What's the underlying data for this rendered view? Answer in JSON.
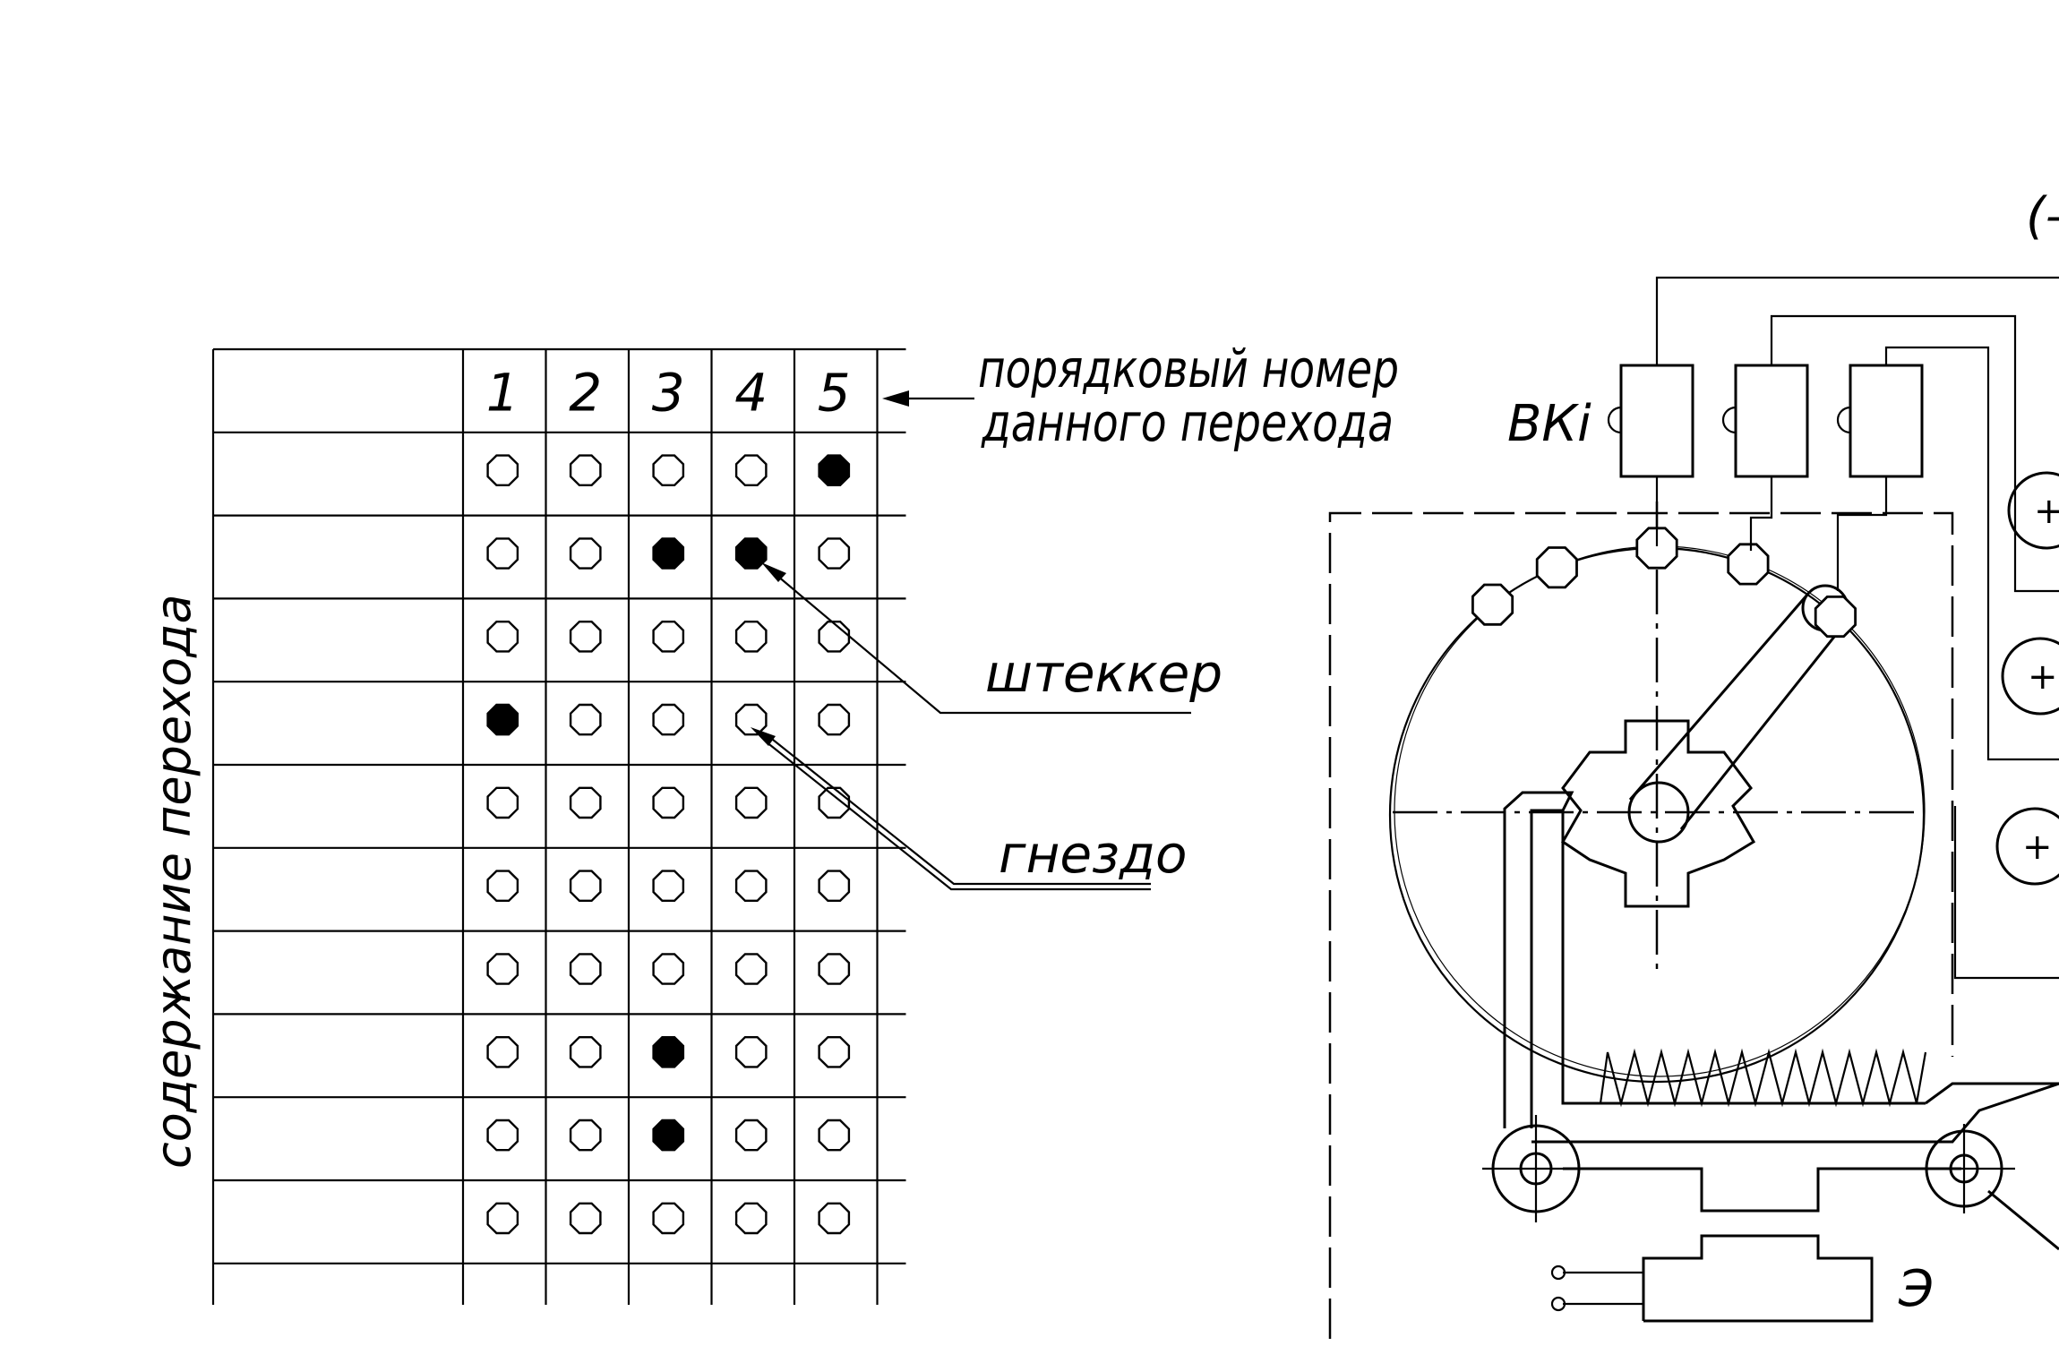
{
  "matrix": {
    "column_numbers": [
      "1",
      "2",
      "3",
      "4",
      "5"
    ],
    "row_count": 10,
    "filled": [
      [
        false,
        false,
        false,
        false,
        true
      ],
      [
        false,
        false,
        true,
        true,
        false
      ],
      [
        false,
        false,
        false,
        false,
        false
      ],
      [
        true,
        false,
        false,
        false,
        false
      ],
      [
        false,
        false,
        false,
        false,
        false
      ],
      [
        false,
        false,
        false,
        false,
        false
      ],
      [
        false,
        false,
        false,
        false,
        false
      ],
      [
        false,
        false,
        true,
        false,
        false
      ],
      [
        false,
        false,
        true,
        false,
        false
      ],
      [
        false,
        false,
        false,
        false,
        false
      ]
    ],
    "vertical_label": "содержание перехода"
  },
  "annotations": {
    "column_header_line1": "порядковый номер",
    "column_header_line2": "данного перехода",
    "plug": "штеккер",
    "socket": "гнездо"
  },
  "mechanism": {
    "switch_label": "ВКi",
    "electromagnet_label": "Э",
    "top_right_fragment": "(–",
    "plus_sign": "+"
  }
}
